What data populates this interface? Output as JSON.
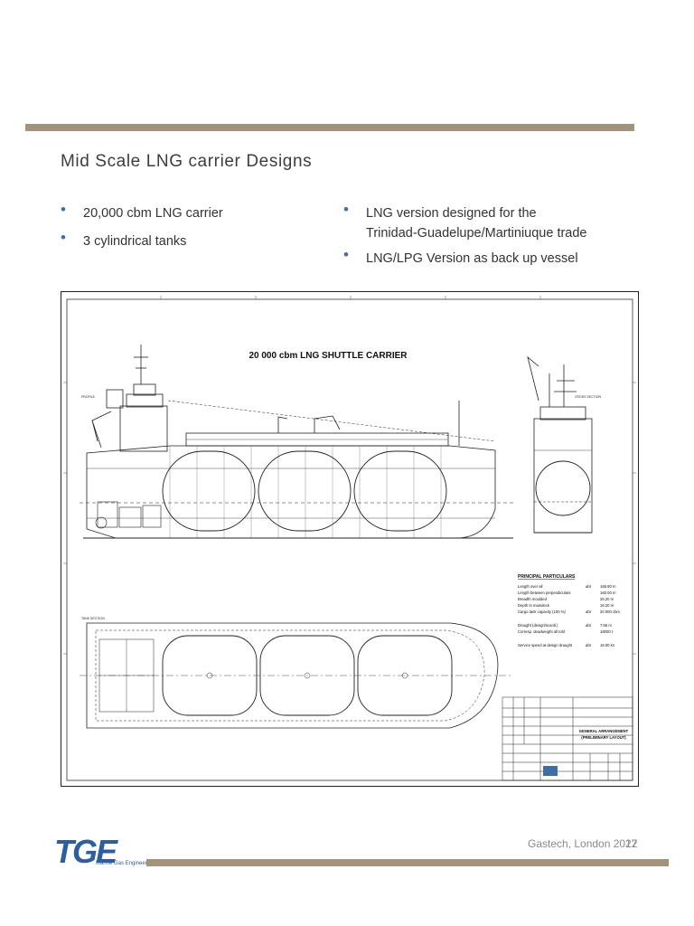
{
  "slide": {
    "title": "Mid Scale LNG carrier Designs",
    "left_bullets": [
      "20,000 cbm LNG carrier",
      "3 cylindrical tanks"
    ],
    "right_bullets": [
      "LNG version designed for the Trinidad-Guadelupe/Martiniuque trade",
      "LNG/LPG Version as back up vessel"
    ],
    "accent_color": "#a39479",
    "bullet_color": "#3c6fa8"
  },
  "drawing": {
    "title": "20 000 cbm LNG SHUTTLE CARRIER",
    "views": {
      "profile_label": "PROFILE",
      "cross_section_label": "CROSS SECTION",
      "tank_section_label": "TANK SECTION"
    },
    "particulars": {
      "heading": "PRINCIPAL PARTICULARS",
      "rows": [
        {
          "label": "Length over all",
          "prefix": "abt",
          "value": "168.80 m"
        },
        {
          "label": "Length between perpendiculars",
          "prefix": "",
          "value": "160.00 m"
        },
        {
          "label": "Breadth moulded",
          "prefix": "",
          "value": "26.20 m"
        },
        {
          "label": "Depth to maindeck",
          "prefix": "",
          "value": "16.20 m"
        },
        {
          "label": "Cargo tank capacity (100 %)",
          "prefix": "abt",
          "value": "20 000 cbm"
        },
        {
          "label": "Draught (design/scantl.)",
          "prefix": "abt",
          "value": "7.56 m"
        },
        {
          "label": "Corresp. deadweight all told",
          "prefix": "",
          "value": "18000 t"
        },
        {
          "label": "Service speed at design draught",
          "prefix": "abt",
          "value": "16.00 kn"
        }
      ]
    },
    "title_block": {
      "line1": "GENERAL ARRANGEMENT",
      "line2": "(PRELIMINARY LAYOUT)"
    }
  },
  "footer": {
    "event": "Gastech, London 2012",
    "page": "27",
    "logo_text": "TGE",
    "logo_subtext": "Marine Gas Engineering"
  }
}
